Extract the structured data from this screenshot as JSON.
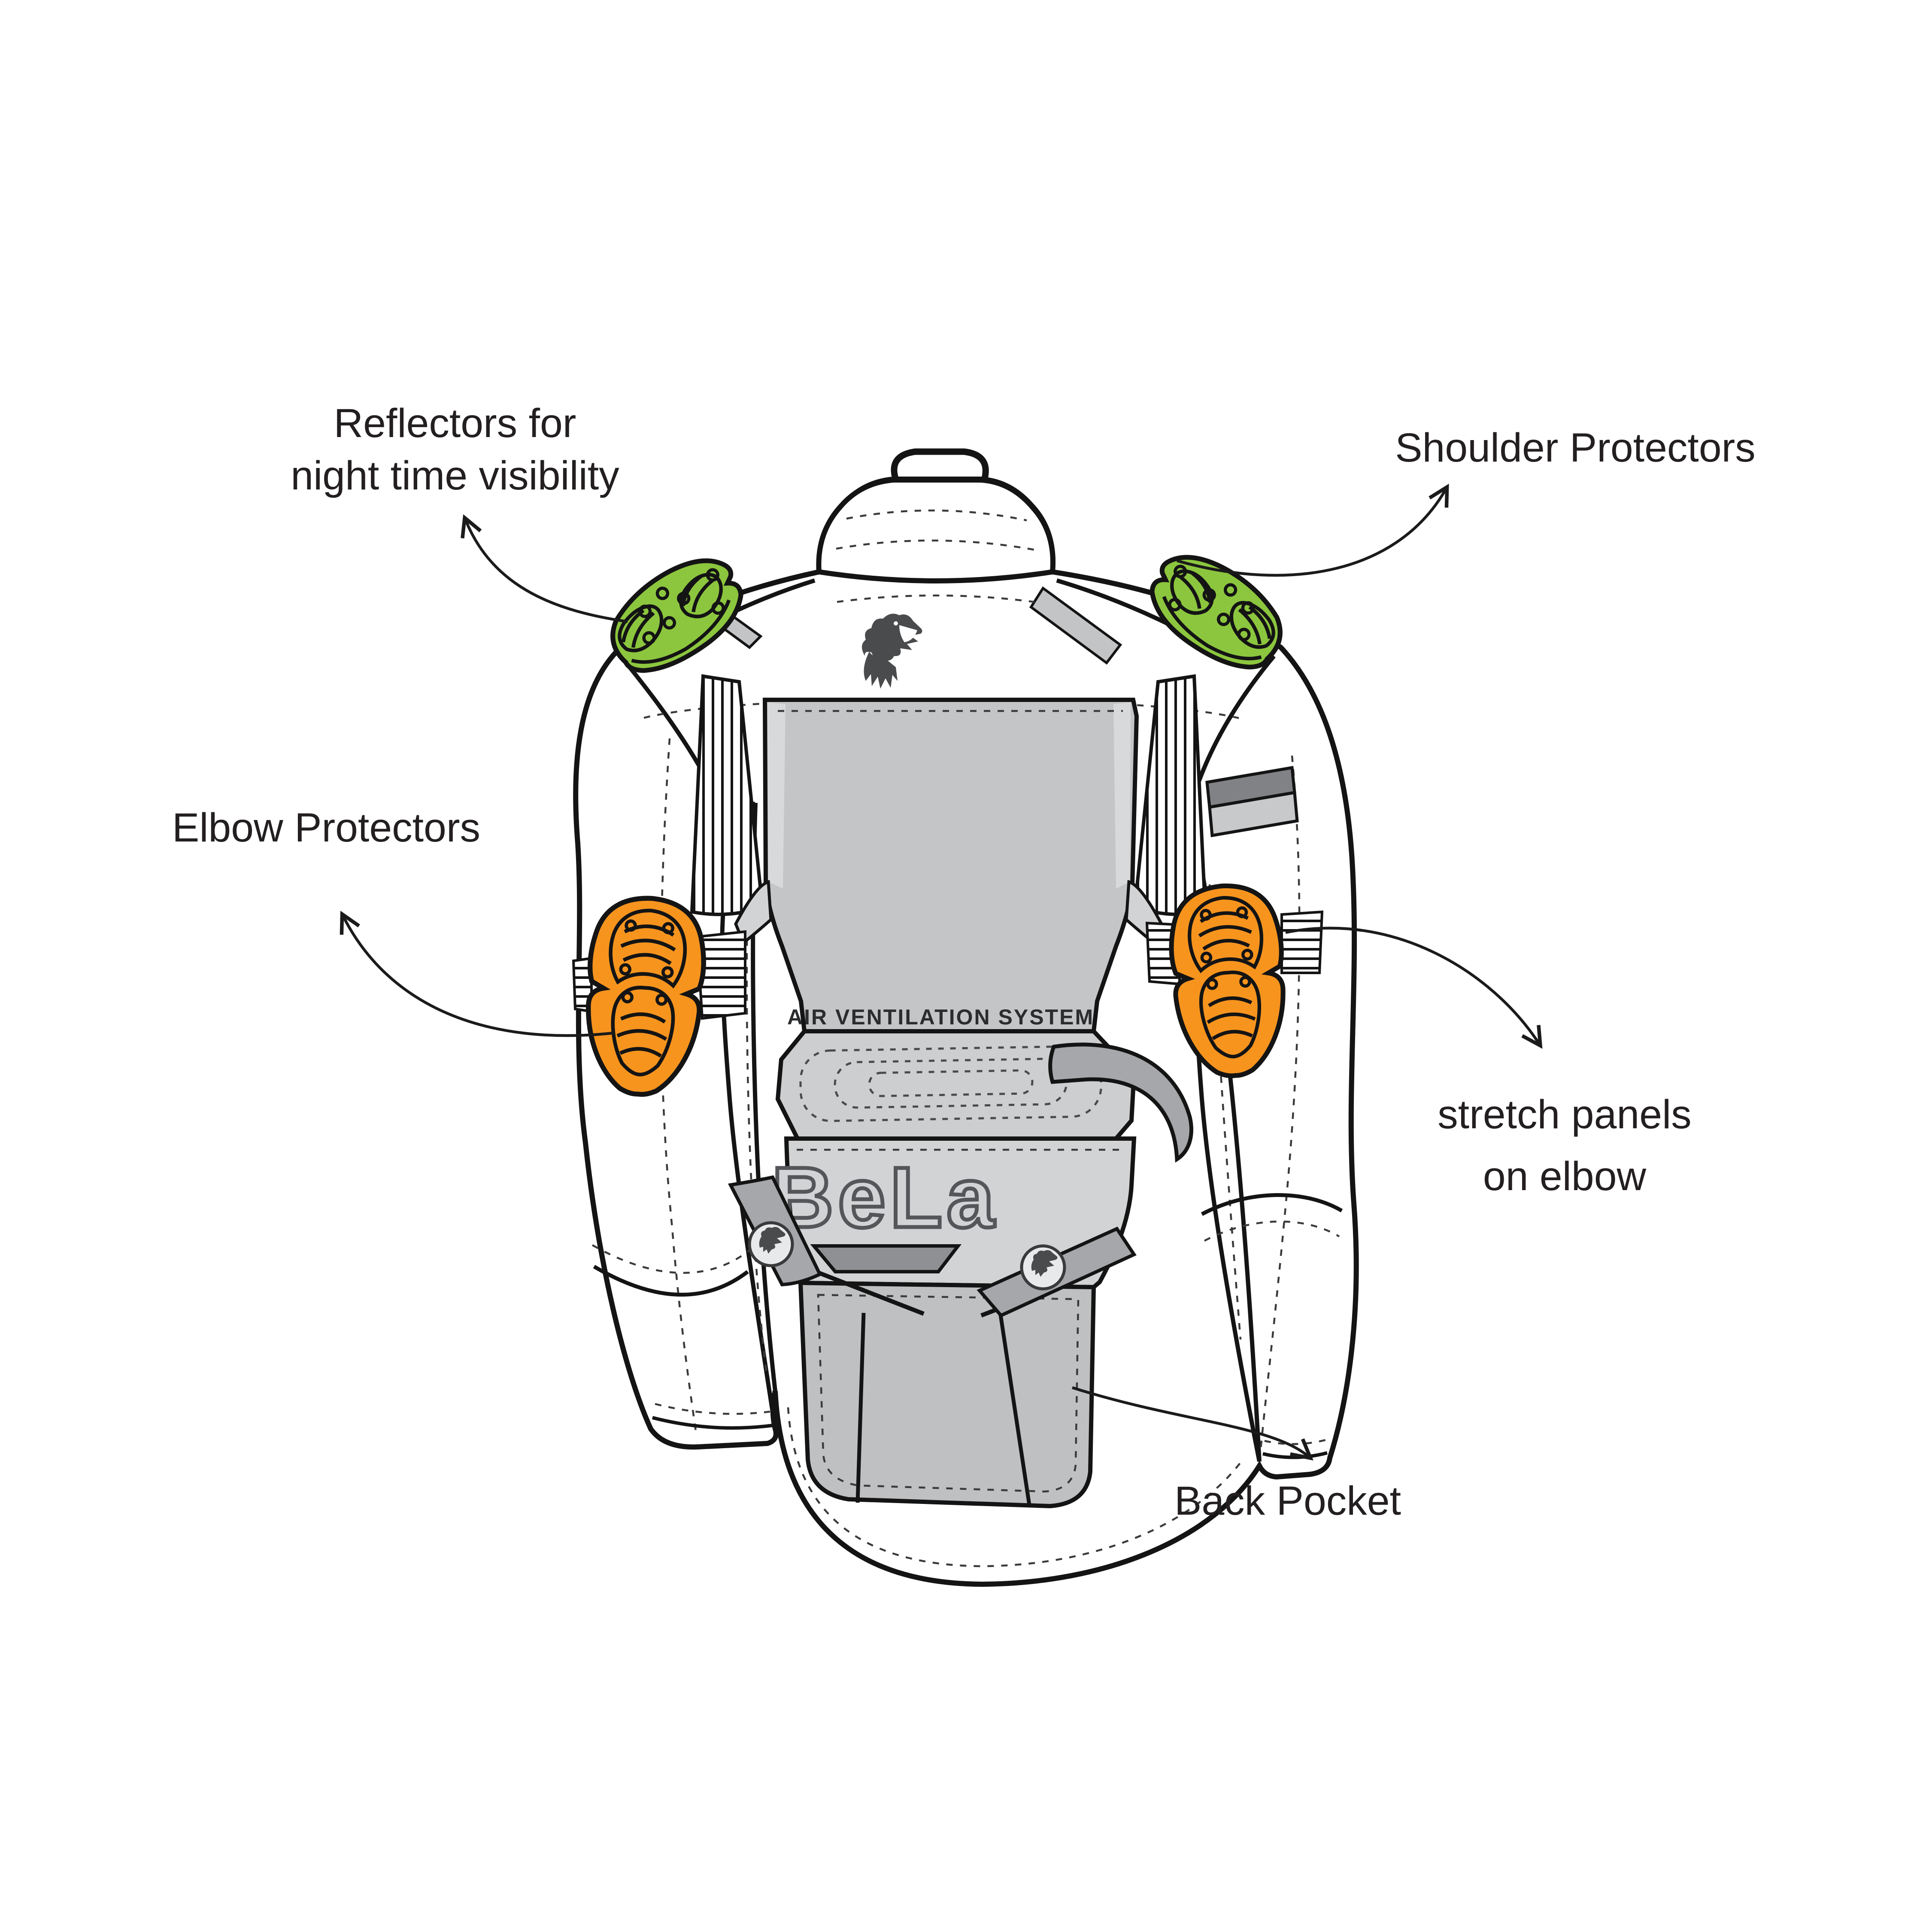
{
  "figure": {
    "type": "annotated-product-diagram",
    "subject": "motorcycle touring jacket, back view"
  },
  "labels": {
    "reflectors": {
      "line1": "Reflectors for",
      "line2": "night time visibility"
    },
    "shoulder_protectors": {
      "text": "Shoulder Protectors"
    },
    "elbow_protectors": {
      "text": "Elbow Protectors"
    },
    "stretch_panels": {
      "line1": "stretch panels",
      "line2": "on elbow"
    },
    "back_pocket": {
      "text": "Back Pocket"
    }
  },
  "jacket": {
    "brand_logo": "BeLa",
    "back_panel_text": "AIR VENTILATION SYSTEM",
    "colors": {
      "shoulder_pads": "#8CC63E",
      "elbow_pads": "#F7941E",
      "outline": "#141414",
      "panel": "#C4C5C7",
      "panel_edge": "#D8D9DA",
      "quilt_panel": "#CDCED0",
      "logo_panel": "#D2D3D5",
      "pocket": "#BEC0C2",
      "dark_strip": "#8E9093",
      "strap": "#A5A7AA",
      "reflector_dark": "#808285",
      "reflector_light": "#C8C9CB",
      "bear": "#4A4B4D",
      "text": "#231F20"
    }
  },
  "icons": {
    "collar_logo": "roaring-bear-head",
    "badge": "bear-head-round-badge"
  }
}
